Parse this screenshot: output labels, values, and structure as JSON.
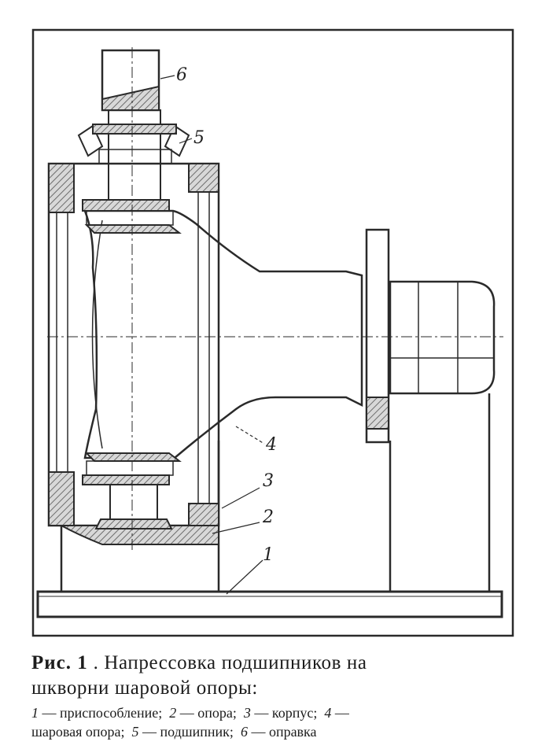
{
  "caption": {
    "figure_label": "Рис. 1",
    "title_part1": ". Напрессовка подшипников на",
    "title_part2": "шкворни шаровой опоры:"
  },
  "legend": [
    {
      "num": "1",
      "text": "— приспособление;"
    },
    {
      "num": "2",
      "text": "— опора;"
    },
    {
      "num": "3",
      "text": "— корпус;"
    },
    {
      "num": "4",
      "text": "—"
    },
    {
      "num": "",
      "text": "шаровая опора;"
    },
    {
      "num": "5",
      "text": "— подшипник;"
    },
    {
      "num": "6",
      "text": "— оправка"
    }
  ],
  "callouts": [
    "1",
    "2",
    "3",
    "4",
    "5",
    "6"
  ],
  "colors": {
    "ink": "#2a2a2a",
    "hatch": "#8a8a8a",
    "paper": "#ffffff"
  }
}
